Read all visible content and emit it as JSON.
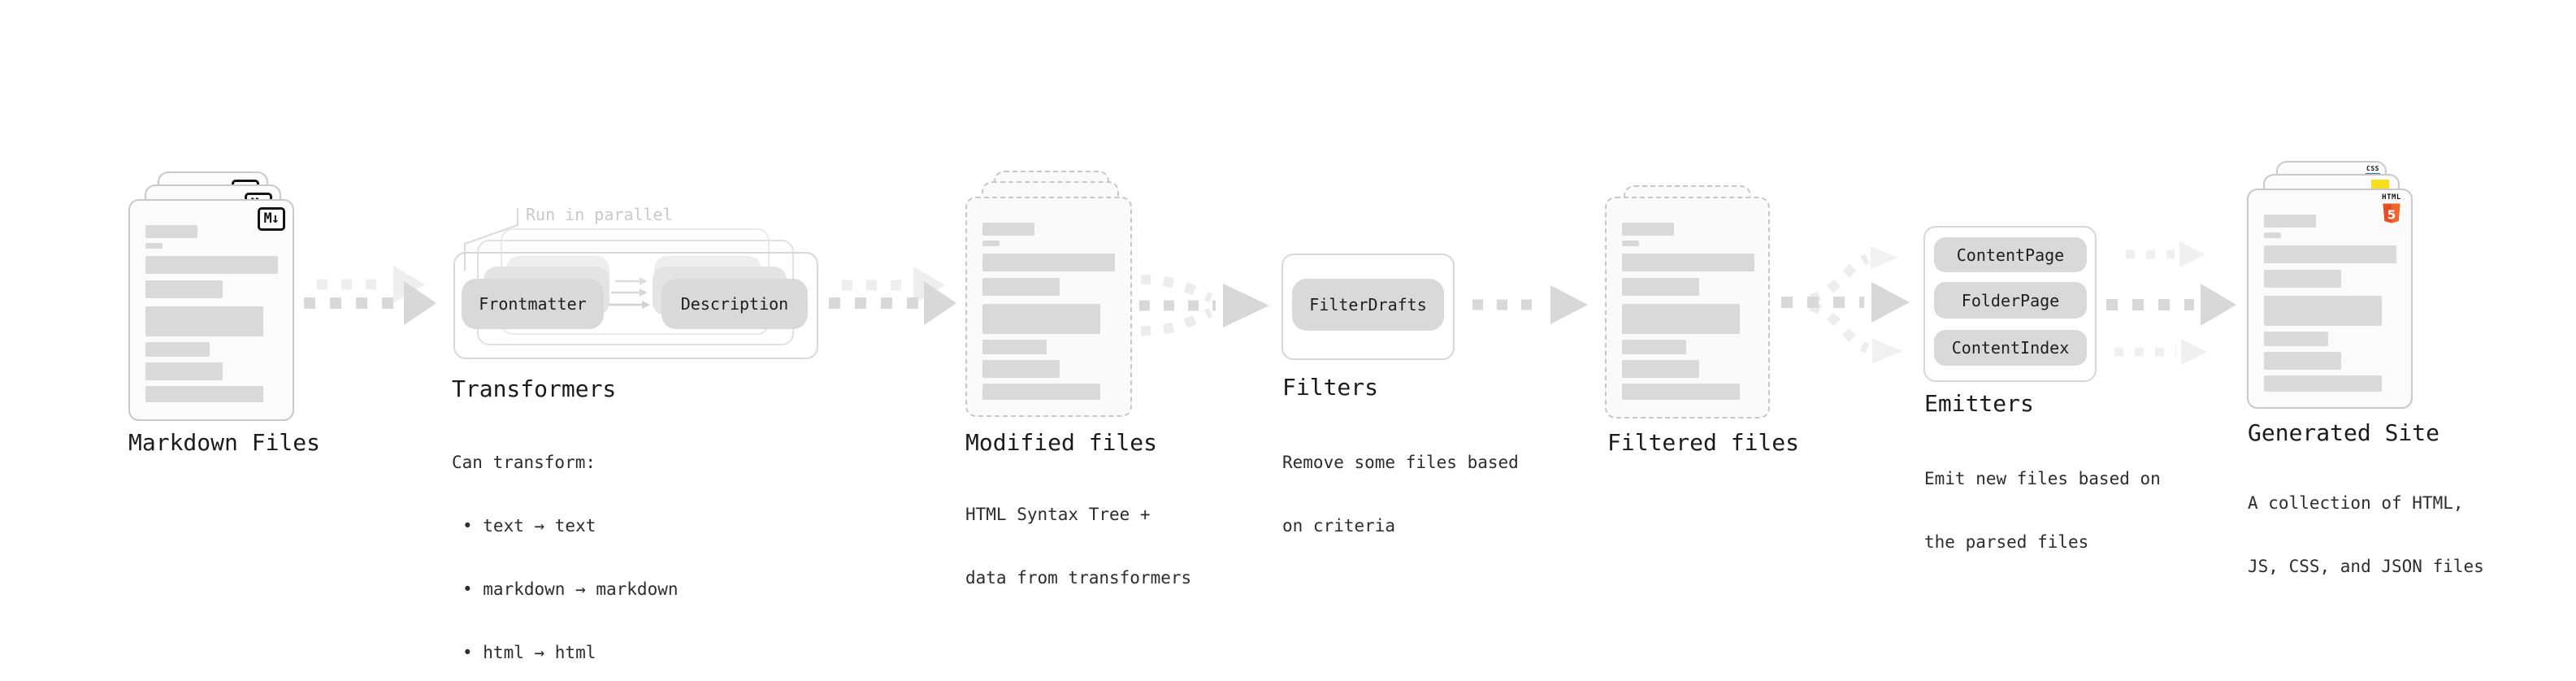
{
  "title": "Static site generator pipeline",
  "colors": {
    "arrow_gray": "#d8d8d8",
    "arrow_faint": "#efefef",
    "pill_gray": "#d9d9d9",
    "html5_orange": "#e44d26",
    "html5_orange_light": "#f16529",
    "js_yellow": "#f7df1e",
    "css_blue": "#2965f1"
  },
  "markdown": {
    "label": "Markdown Files",
    "badge": "M↓",
    "icon": "markdown-icon"
  },
  "transformers": {
    "label": "Transformers",
    "callout": "Run in parallel",
    "pill_frontmatter": "Frontmatter",
    "pill_description": "Description",
    "body_title": "Can transform:",
    "bullets": [
      "• text → text",
      "• markdown → markdown",
      "• html → html"
    ]
  },
  "modified": {
    "label": "Modified files",
    "desc1": "HTML Syntax Tree +",
    "desc2": "data from transformers"
  },
  "filters": {
    "label": "Filters",
    "pill": "FilterDrafts",
    "desc1": "Remove some files based",
    "desc2": "on criteria"
  },
  "filtered": {
    "label": "Filtered files"
  },
  "emitters": {
    "label": "Emitters",
    "pills": [
      "ContentPage",
      "FolderPage",
      "ContentIndex"
    ],
    "desc1": "Emit new files based on",
    "desc2": "the parsed files"
  },
  "generated": {
    "label": "Generated Site",
    "desc1": "A collection of HTML,",
    "desc2": "JS, CSS, and JSON files",
    "badge_html": "HTML",
    "badge_html_num": "5",
    "badge_css": "CSS"
  }
}
